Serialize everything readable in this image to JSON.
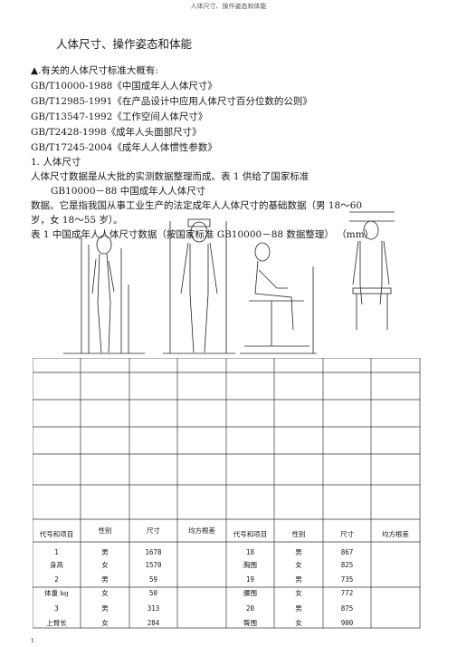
{
  "header": "人体尺寸、操作姿态和体能",
  "title": "人体尺寸、操作姿态和体能",
  "lines": [
    "▲.有关的人体尺寸标准大概有:",
    "GB/T10000-1988《中国成年人人体尺寸》",
    "GB/T12985-1991《在产品设计中应用人体尺寸百分位数的公则》",
    "GB/T13547-1992《工作空间人体尺寸》",
    "GB/T2428-1998《成年人头面部尺寸》",
    "GB/T17245-2004《成年人人体惯性参数》",
    "1. 人体尺寸",
    "人体尺寸数据是从大批的实测数据整理而成。表   1 供给了国家标准",
    "GB10000－88 中国成年人人体尺寸",
    "数据。它是指我国从事工业生产的法定成年人人体尺寸的基础数据（男 18～60",
    "岁，女 18～55 岁）。",
    "表 1   中国成年人人体尺寸数据（按国家标准 GB10000－88 数据整理）     （mm）"
  ],
  "table": {
    "headers": [
      "代号和项目",
      "性别",
      "尺寸",
      "均方根差",
      "代号和项目",
      "性别",
      "尺寸",
      "均方根差"
    ],
    "rows": [
      [
        "1",
        "男",
        "1678",
        "",
        "18",
        "男",
        "867",
        ""
      ],
      [
        "身高",
        "女",
        "1570",
        "",
        "胸围",
        "女",
        "825",
        ""
      ],
      [
        "2",
        "男",
        "59",
        "",
        "19",
        "男",
        "735",
        ""
      ],
      [
        "体重 kg",
        "女",
        "50",
        "",
        "腰围",
        "女",
        "772",
        ""
      ],
      [
        "3",
        "男",
        "313",
        "",
        "20",
        "男",
        "875",
        ""
      ],
      [
        "上臂长",
        "女",
        "284",
        "",
        "臀围",
        "女",
        "900",
        ""
      ]
    ]
  },
  "page_number": "1"
}
